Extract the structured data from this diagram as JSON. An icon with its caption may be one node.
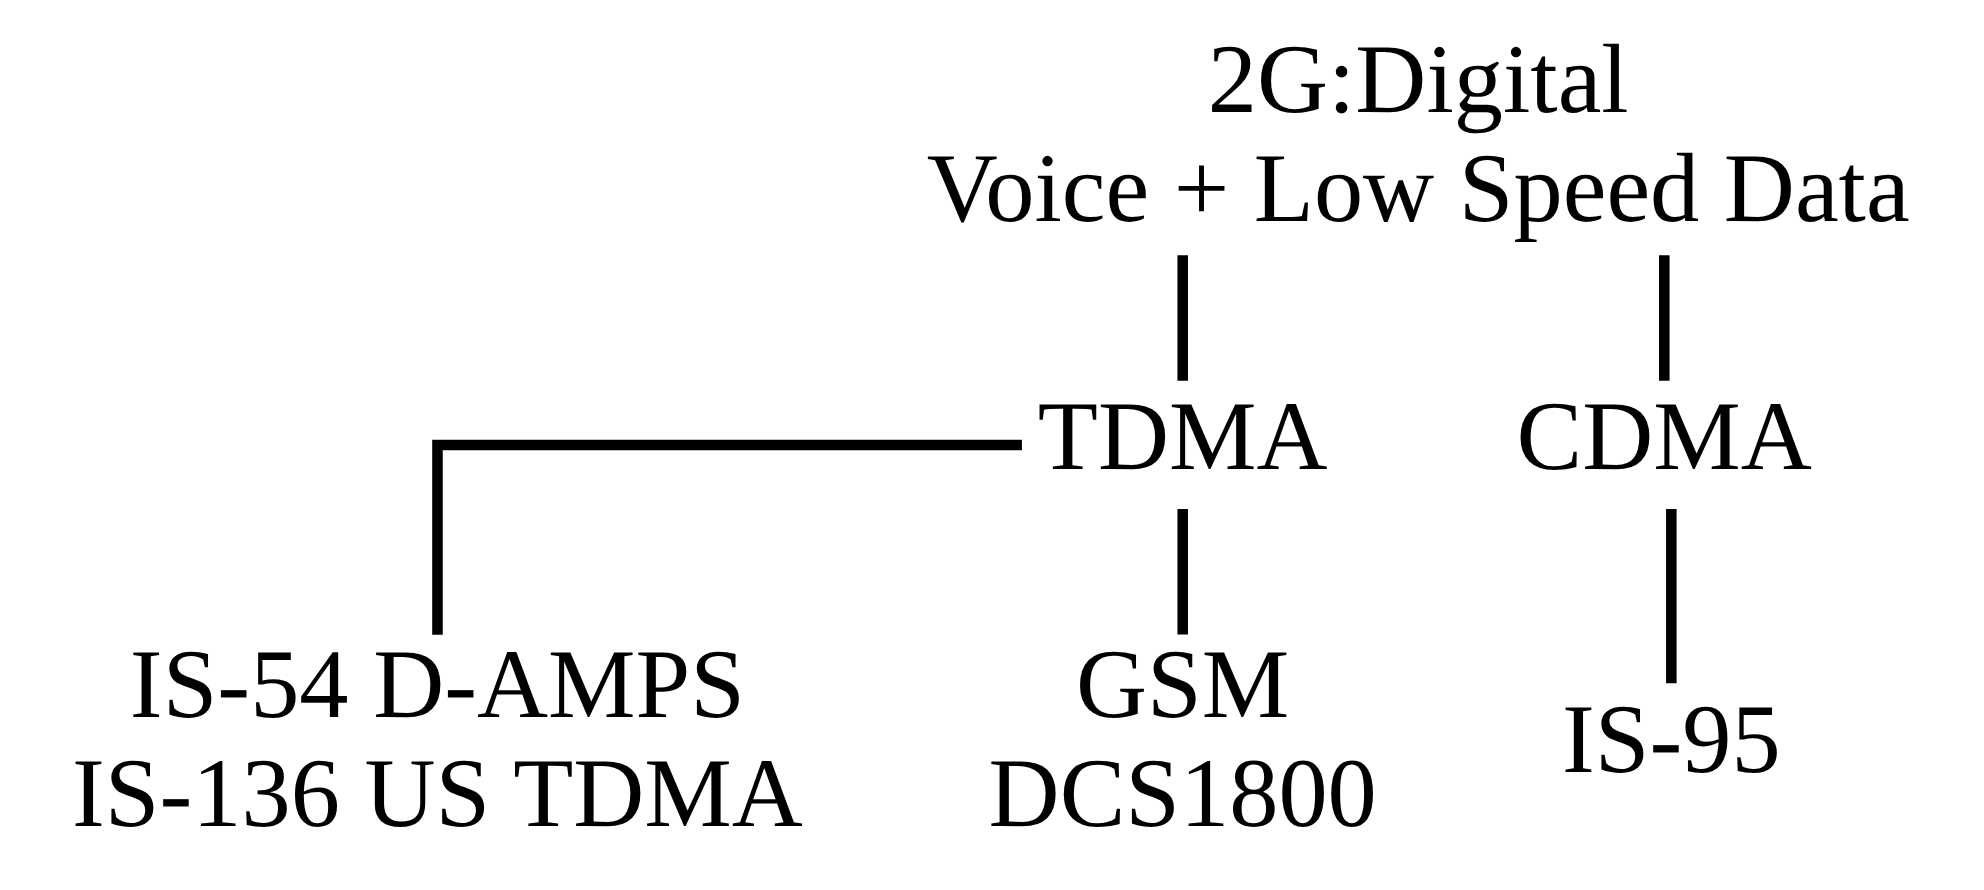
{
  "diagram": {
    "nodes": [
      {
        "text": [
          "2G:Digital",
          "Voice + Low Speed Data"
        ]
      },
      {
        "text": [
          "TDMA"
        ]
      },
      {
        "text": [
          "CDMA"
        ]
      },
      {
        "text": [
          "IS-54 D-AMPS",
          "IS-136 US TDMA"
        ]
      },
      {
        "text": [
          "GSM",
          "DCS1800"
        ]
      },
      {
        "text": [
          "IS-95"
        ]
      }
    ],
    "edges": [
      {
        "from": 0,
        "to": 1,
        "arrow": "none"
      },
      {
        "from": 0,
        "to": 2,
        "arrow": "none"
      },
      {
        "from": 1,
        "to": 3,
        "arrow": "none"
      },
      {
        "from": 1,
        "to": 4,
        "arrow": "none"
      },
      {
        "from": 2,
        "to": 5,
        "arrow": "none"
      }
    ]
  }
}
